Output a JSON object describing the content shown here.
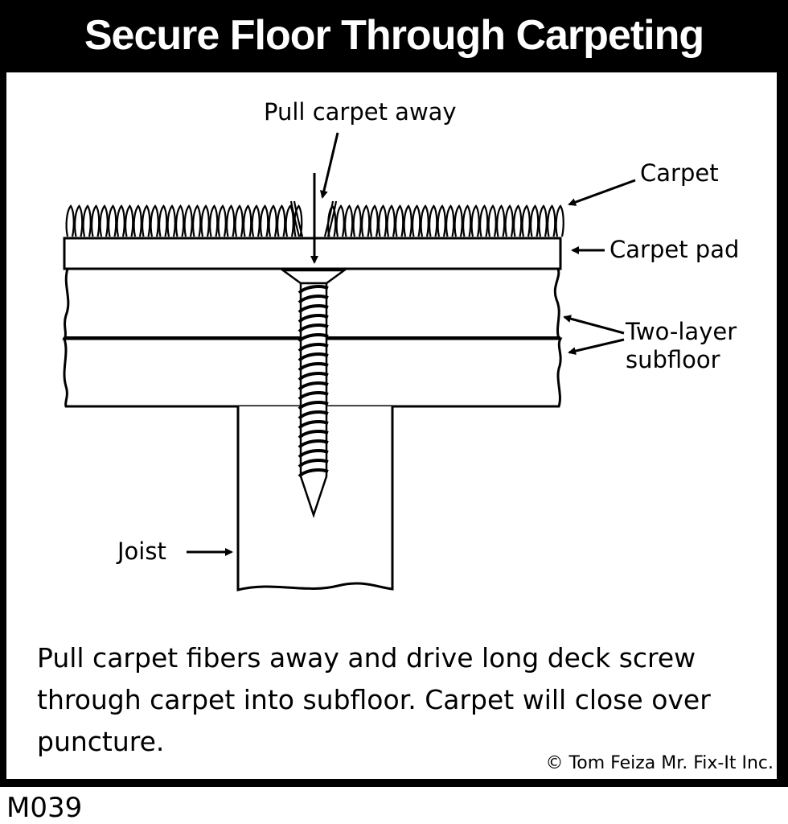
{
  "title": "Secure Floor Through Carpeting",
  "labels": {
    "pull_carpet": "Pull carpet away",
    "carpet": "Carpet",
    "carpet_pad": "Carpet pad",
    "subfloor_line1": "Two-layer",
    "subfloor_line2": "subfloor",
    "joist": "Joist"
  },
  "caption": "Pull carpet fibers away and drive long deck screw through carpet into subfloor.  Carpet will close over puncture.",
  "copyright": "© Tom Feiza Mr. Fix-It Inc.",
  "figure_code": "M039",
  "colors": {
    "ink": "#000000",
    "paper": "#ffffff"
  }
}
